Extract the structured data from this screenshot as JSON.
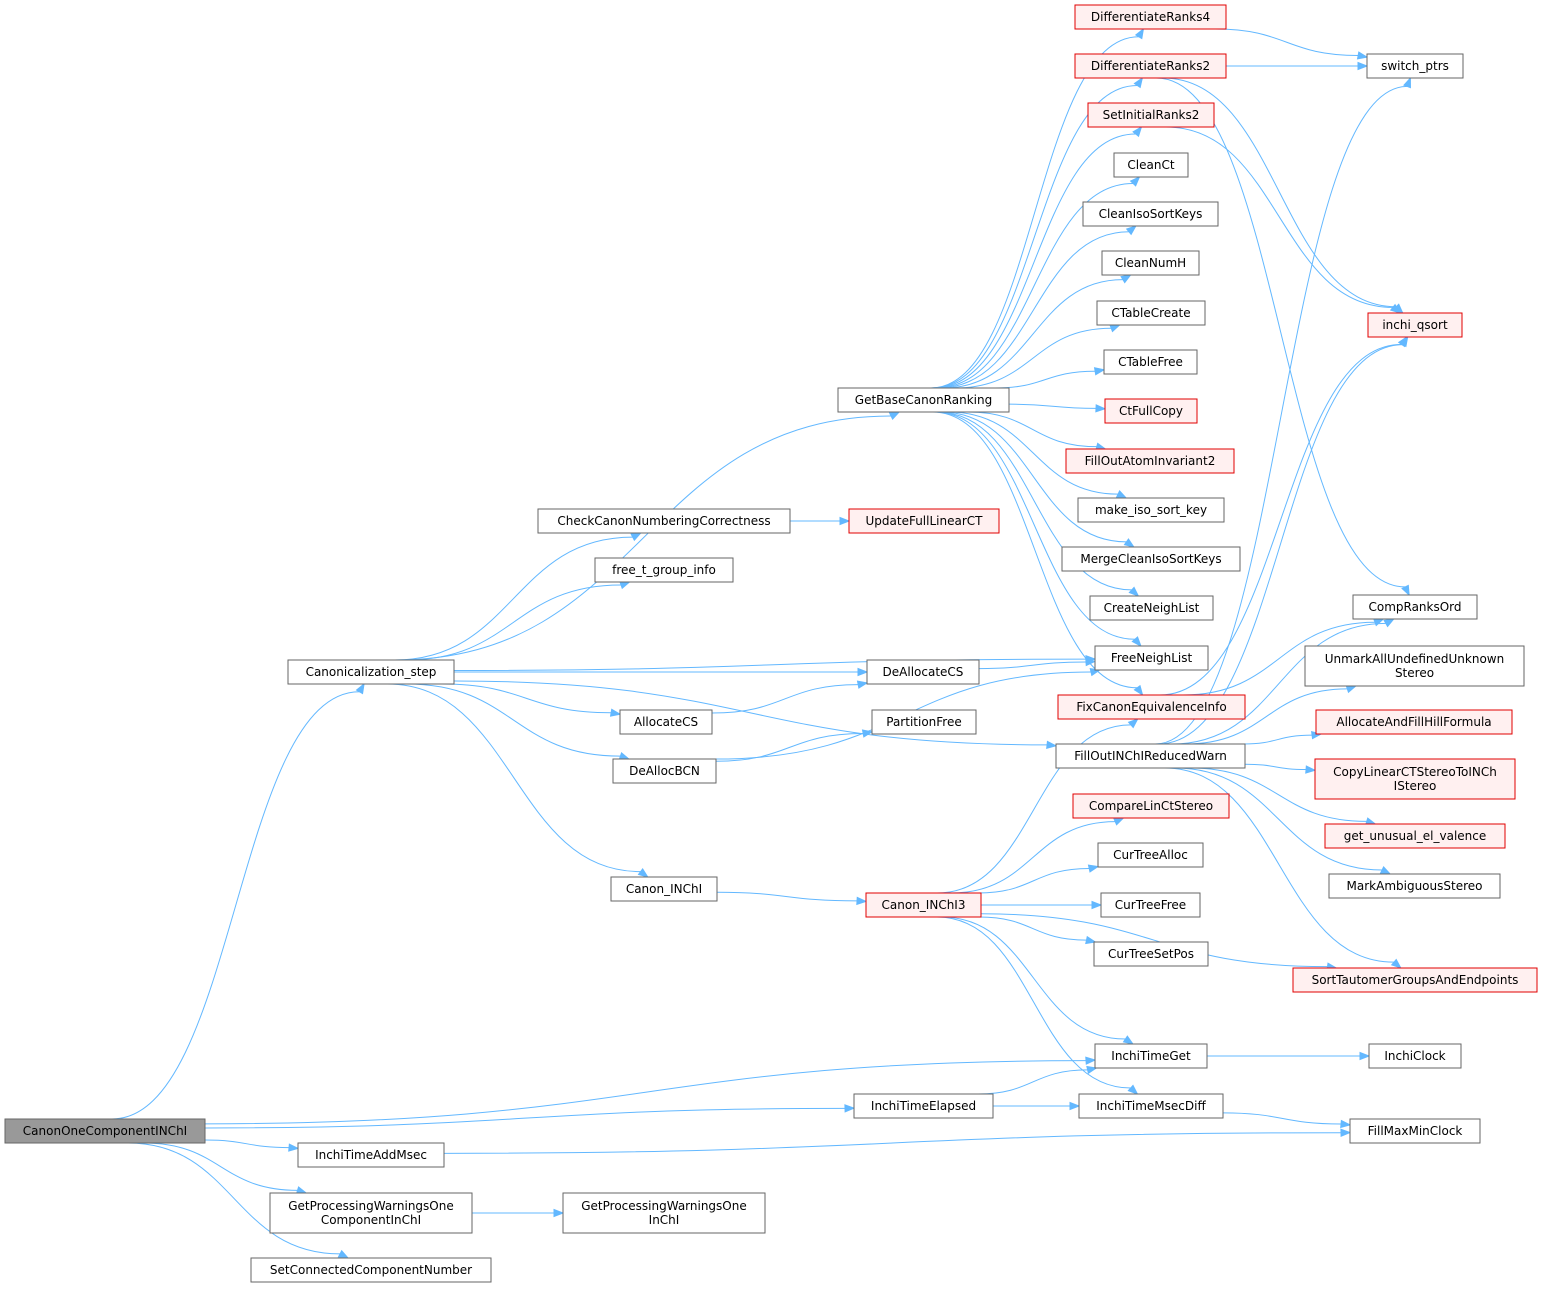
{
  "colors": {
    "edge": "#63b8ff",
    "node_border": "#666666",
    "node_fill": "#ffffff",
    "red_border": "#e00000",
    "red_fill": "#fff0f0",
    "root_fill": "#999999"
  },
  "nodes": [
    {
      "id": "root",
      "lines": [
        "CanonOneComponentINChI"
      ],
      "style": "root"
    },
    {
      "id": "canon_step",
      "lines": [
        "Canonicalization_step"
      ],
      "style": "normal"
    },
    {
      "id": "getbase",
      "lines": [
        "GetBaseCanonRanking"
      ],
      "style": "normal"
    },
    {
      "id": "diff4",
      "lines": [
        "DifferentiateRanks4"
      ],
      "style": "red"
    },
    {
      "id": "diff2",
      "lines": [
        "DifferentiateRanks2"
      ],
      "style": "red"
    },
    {
      "id": "setinit",
      "lines": [
        "SetInitialRanks2"
      ],
      "style": "red"
    },
    {
      "id": "cleanct",
      "lines": [
        "CleanCt"
      ],
      "style": "normal"
    },
    {
      "id": "cleaniso",
      "lines": [
        "CleanIsoSortKeys"
      ],
      "style": "normal"
    },
    {
      "id": "cleannumh",
      "lines": [
        "CleanNumH"
      ],
      "style": "normal"
    },
    {
      "id": "ctcreate",
      "lines": [
        "CTableCreate"
      ],
      "style": "normal"
    },
    {
      "id": "ctfree",
      "lines": [
        "CTableFree"
      ],
      "style": "normal"
    },
    {
      "id": "ctfull",
      "lines": [
        "CtFullCopy"
      ],
      "style": "red"
    },
    {
      "id": "fillatom",
      "lines": [
        "FillOutAtomInvariant2"
      ],
      "style": "red"
    },
    {
      "id": "makeiso",
      "lines": [
        "make_iso_sort_key"
      ],
      "style": "normal"
    },
    {
      "id": "mergeclean",
      "lines": [
        "MergeCleanIsoSortKeys"
      ],
      "style": "normal"
    },
    {
      "id": "createneigh",
      "lines": [
        "CreateNeighList"
      ],
      "style": "normal"
    },
    {
      "id": "freeneigh",
      "lines": [
        "FreeNeighList"
      ],
      "style": "normal"
    },
    {
      "id": "fixcanon",
      "lines": [
        "FixCanonEquivalenceInfo"
      ],
      "style": "red"
    },
    {
      "id": "fillinchi",
      "lines": [
        "FillOutINChIReducedWarn"
      ],
      "style": "normal"
    },
    {
      "id": "checkcanon",
      "lines": [
        "CheckCanonNumberingCorrectness"
      ],
      "style": "normal"
    },
    {
      "id": "updatefull",
      "lines": [
        "UpdateFullLinearCT"
      ],
      "style": "red"
    },
    {
      "id": "freetgroup",
      "lines": [
        "free_t_group_info"
      ],
      "style": "normal"
    },
    {
      "id": "deallocs",
      "lines": [
        "DeAllocateCS"
      ],
      "style": "normal"
    },
    {
      "id": "allocs",
      "lines": [
        "AllocateCS"
      ],
      "style": "normal"
    },
    {
      "id": "partfree",
      "lines": [
        "PartitionFree"
      ],
      "style": "normal"
    },
    {
      "id": "deallocbcn",
      "lines": [
        "DeAllocBCN"
      ],
      "style": "normal"
    },
    {
      "id": "caninchi",
      "lines": [
        "Canon_INChI"
      ],
      "style": "normal"
    },
    {
      "id": "caninchi3",
      "lines": [
        "Canon_INChI3"
      ],
      "style": "red"
    },
    {
      "id": "comparelin",
      "lines": [
        "CompareLinCtStereo"
      ],
      "style": "red"
    },
    {
      "id": "curalloc",
      "lines": [
        "CurTreeAlloc"
      ],
      "style": "normal"
    },
    {
      "id": "curfree",
      "lines": [
        "CurTreeFree"
      ],
      "style": "normal"
    },
    {
      "id": "cursetpos",
      "lines": [
        "CurTreeSetPos"
      ],
      "style": "normal"
    },
    {
      "id": "switchptrs",
      "lines": [
        "switch_ptrs"
      ],
      "style": "normal"
    },
    {
      "id": "inchiqsort",
      "lines": [
        "inchi_qsort"
      ],
      "style": "red"
    },
    {
      "id": "compranks",
      "lines": [
        "CompRanksOrd"
      ],
      "style": "normal"
    },
    {
      "id": "unmark",
      "lines": [
        "UnmarkAllUndefinedUnknown",
        "Stereo"
      ],
      "style": "normal"
    },
    {
      "id": "allochill",
      "lines": [
        "AllocateAndFillHillFormula"
      ],
      "style": "red"
    },
    {
      "id": "copylinear",
      "lines": [
        "CopyLinearCTStereoToINCh",
        "IStereo"
      ],
      "style": "red"
    },
    {
      "id": "getunusual",
      "lines": [
        "get_unusual_el_valence"
      ],
      "style": "red"
    },
    {
      "id": "markamb",
      "lines": [
        "MarkAmbiguousStereo"
      ],
      "style": "normal"
    },
    {
      "id": "sorttaut",
      "lines": [
        "SortTautomerGroupsAndEndpoints"
      ],
      "style": "red"
    },
    {
      "id": "timeget",
      "lines": [
        "InchiTimeGet"
      ],
      "style": "normal"
    },
    {
      "id": "inchiclock",
      "lines": [
        "InchiClock"
      ],
      "style": "normal"
    },
    {
      "id": "timeelapsed",
      "lines": [
        "InchiTimeElapsed"
      ],
      "style": "normal"
    },
    {
      "id": "timemsec",
      "lines": [
        "InchiTimeMsecDiff"
      ],
      "style": "normal"
    },
    {
      "id": "fillmax",
      "lines": [
        "FillMaxMinClock"
      ],
      "style": "normal"
    },
    {
      "id": "timeadd",
      "lines": [
        "InchiTimeAddMsec"
      ],
      "style": "normal"
    },
    {
      "id": "getproc",
      "lines": [
        "GetProcessingWarningsOne",
        "ComponentInChI"
      ],
      "style": "normal"
    },
    {
      "id": "getproc2",
      "lines": [
        "GetProcessingWarningsOne",
        "InChI"
      ],
      "style": "normal"
    },
    {
      "id": "setconn",
      "lines": [
        "SetConnectedComponentNumber"
      ],
      "style": "normal"
    }
  ],
  "edges": [
    [
      "root",
      "canon_step"
    ],
    [
      "root",
      "timeget"
    ],
    [
      "root",
      "timeelapsed"
    ],
    [
      "root",
      "timeadd"
    ],
    [
      "root",
      "getproc"
    ],
    [
      "root",
      "setconn"
    ],
    [
      "canon_step",
      "getbase"
    ],
    [
      "canon_step",
      "freeneigh"
    ],
    [
      "canon_step",
      "checkcanon"
    ],
    [
      "canon_step",
      "freetgroup"
    ],
    [
      "canon_step",
      "deallocs"
    ],
    [
      "canon_step",
      "allocs"
    ],
    [
      "canon_step",
      "deallocbcn"
    ],
    [
      "canon_step",
      "fillinchi"
    ],
    [
      "canon_step",
      "caninchi"
    ],
    [
      "getbase",
      "diff4"
    ],
    [
      "getbase",
      "diff2"
    ],
    [
      "getbase",
      "setinit"
    ],
    [
      "getbase",
      "cleanct"
    ],
    [
      "getbase",
      "cleaniso"
    ],
    [
      "getbase",
      "cleannumh"
    ],
    [
      "getbase",
      "ctcreate"
    ],
    [
      "getbase",
      "ctfree"
    ],
    [
      "getbase",
      "ctfull"
    ],
    [
      "getbase",
      "fillatom"
    ],
    [
      "getbase",
      "makeiso"
    ],
    [
      "getbase",
      "mergeclean"
    ],
    [
      "getbase",
      "createneigh"
    ],
    [
      "getbase",
      "freeneigh"
    ],
    [
      "getbase",
      "fixcanon"
    ],
    [
      "diff4",
      "switchptrs"
    ],
    [
      "diff2",
      "switchptrs"
    ],
    [
      "diff2",
      "inchiqsort"
    ],
    [
      "diff2",
      "compranks"
    ],
    [
      "setinit",
      "inchiqsort"
    ],
    [
      "fixcanon",
      "inchiqsort"
    ],
    [
      "fixcanon",
      "compranks"
    ],
    [
      "fillinchi",
      "switchptrs"
    ],
    [
      "fillinchi",
      "inchiqsort"
    ],
    [
      "fillinchi",
      "compranks"
    ],
    [
      "fillinchi",
      "unmark"
    ],
    [
      "fillinchi",
      "allochill"
    ],
    [
      "fillinchi",
      "copylinear"
    ],
    [
      "fillinchi",
      "getunusual"
    ],
    [
      "fillinchi",
      "markamb"
    ],
    [
      "fillinchi",
      "sorttaut"
    ],
    [
      "checkcanon",
      "updatefull"
    ],
    [
      "deallocs",
      "freeneigh"
    ],
    [
      "allocs",
      "deallocs"
    ],
    [
      "deallocbcn",
      "partfree"
    ],
    [
      "deallocbcn",
      "freeneigh"
    ],
    [
      "caninchi",
      "caninchi3"
    ],
    [
      "caninchi3",
      "fixcanon"
    ],
    [
      "caninchi3",
      "comparelin"
    ],
    [
      "caninchi3",
      "curalloc"
    ],
    [
      "caninchi3",
      "curfree"
    ],
    [
      "caninchi3",
      "cursetpos"
    ],
    [
      "caninchi3",
      "sorttaut"
    ],
    [
      "caninchi3",
      "timeget"
    ],
    [
      "caninchi3",
      "timemsec"
    ],
    [
      "timeget",
      "inchiclock"
    ],
    [
      "timeelapsed",
      "timeget"
    ],
    [
      "timeelapsed",
      "timemsec"
    ],
    [
      "timemsec",
      "fillmax"
    ],
    [
      "timeadd",
      "fillmax"
    ],
    [
      "getproc",
      "getproc2"
    ]
  ]
}
